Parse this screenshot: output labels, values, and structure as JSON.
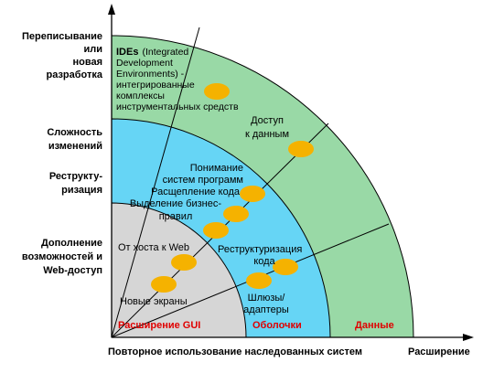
{
  "colors": {
    "outer_band": "#99d9a6",
    "middle_band": "#66d5f5",
    "inner_band": "#d6d6d6",
    "ellipse": "#f5b200",
    "category_text": "#e00000",
    "line": "#000000"
  },
  "y_axis_labels": {
    "rewrite": [
      "Переписывание",
      "или",
      "новая",
      "разработка"
    ],
    "complexity": [
      "Сложность",
      "изменений"
    ],
    "restructuring": [
      "Реструкту-",
      "ризация"
    ],
    "addition": [
      "Дополнение",
      "возможностей и",
      "Web-доступ"
    ]
  },
  "x_axis": {
    "label": "Повторное использование наследованных систем",
    "end_label": "Расширение"
  },
  "categories": {
    "gui": "Расширение GUI",
    "shells": "Оболочки",
    "data": "Данные"
  },
  "items": {
    "ides": [
      "IDEs",
      "(Integrated",
      "Development",
      "Environments) -",
      "интегрированные",
      "комплексы",
      "инструментальных средств"
    ],
    "data_access": [
      "Доступ",
      "к данным"
    ],
    "understanding": [
      "Понимание",
      "систем программ"
    ],
    "code_split": [
      "Расщепление кода"
    ],
    "business_rules": [
      "Выделение бизнес-",
      "правил"
    ],
    "restructuring_code": [
      "Реструктуризация",
      "кода"
    ],
    "host_to_web": [
      "От хоста к Web"
    ],
    "gateways": [
      "Шлюзы/",
      "адаптеры"
    ],
    "new_screens": [
      "Новые экраны"
    ]
  }
}
